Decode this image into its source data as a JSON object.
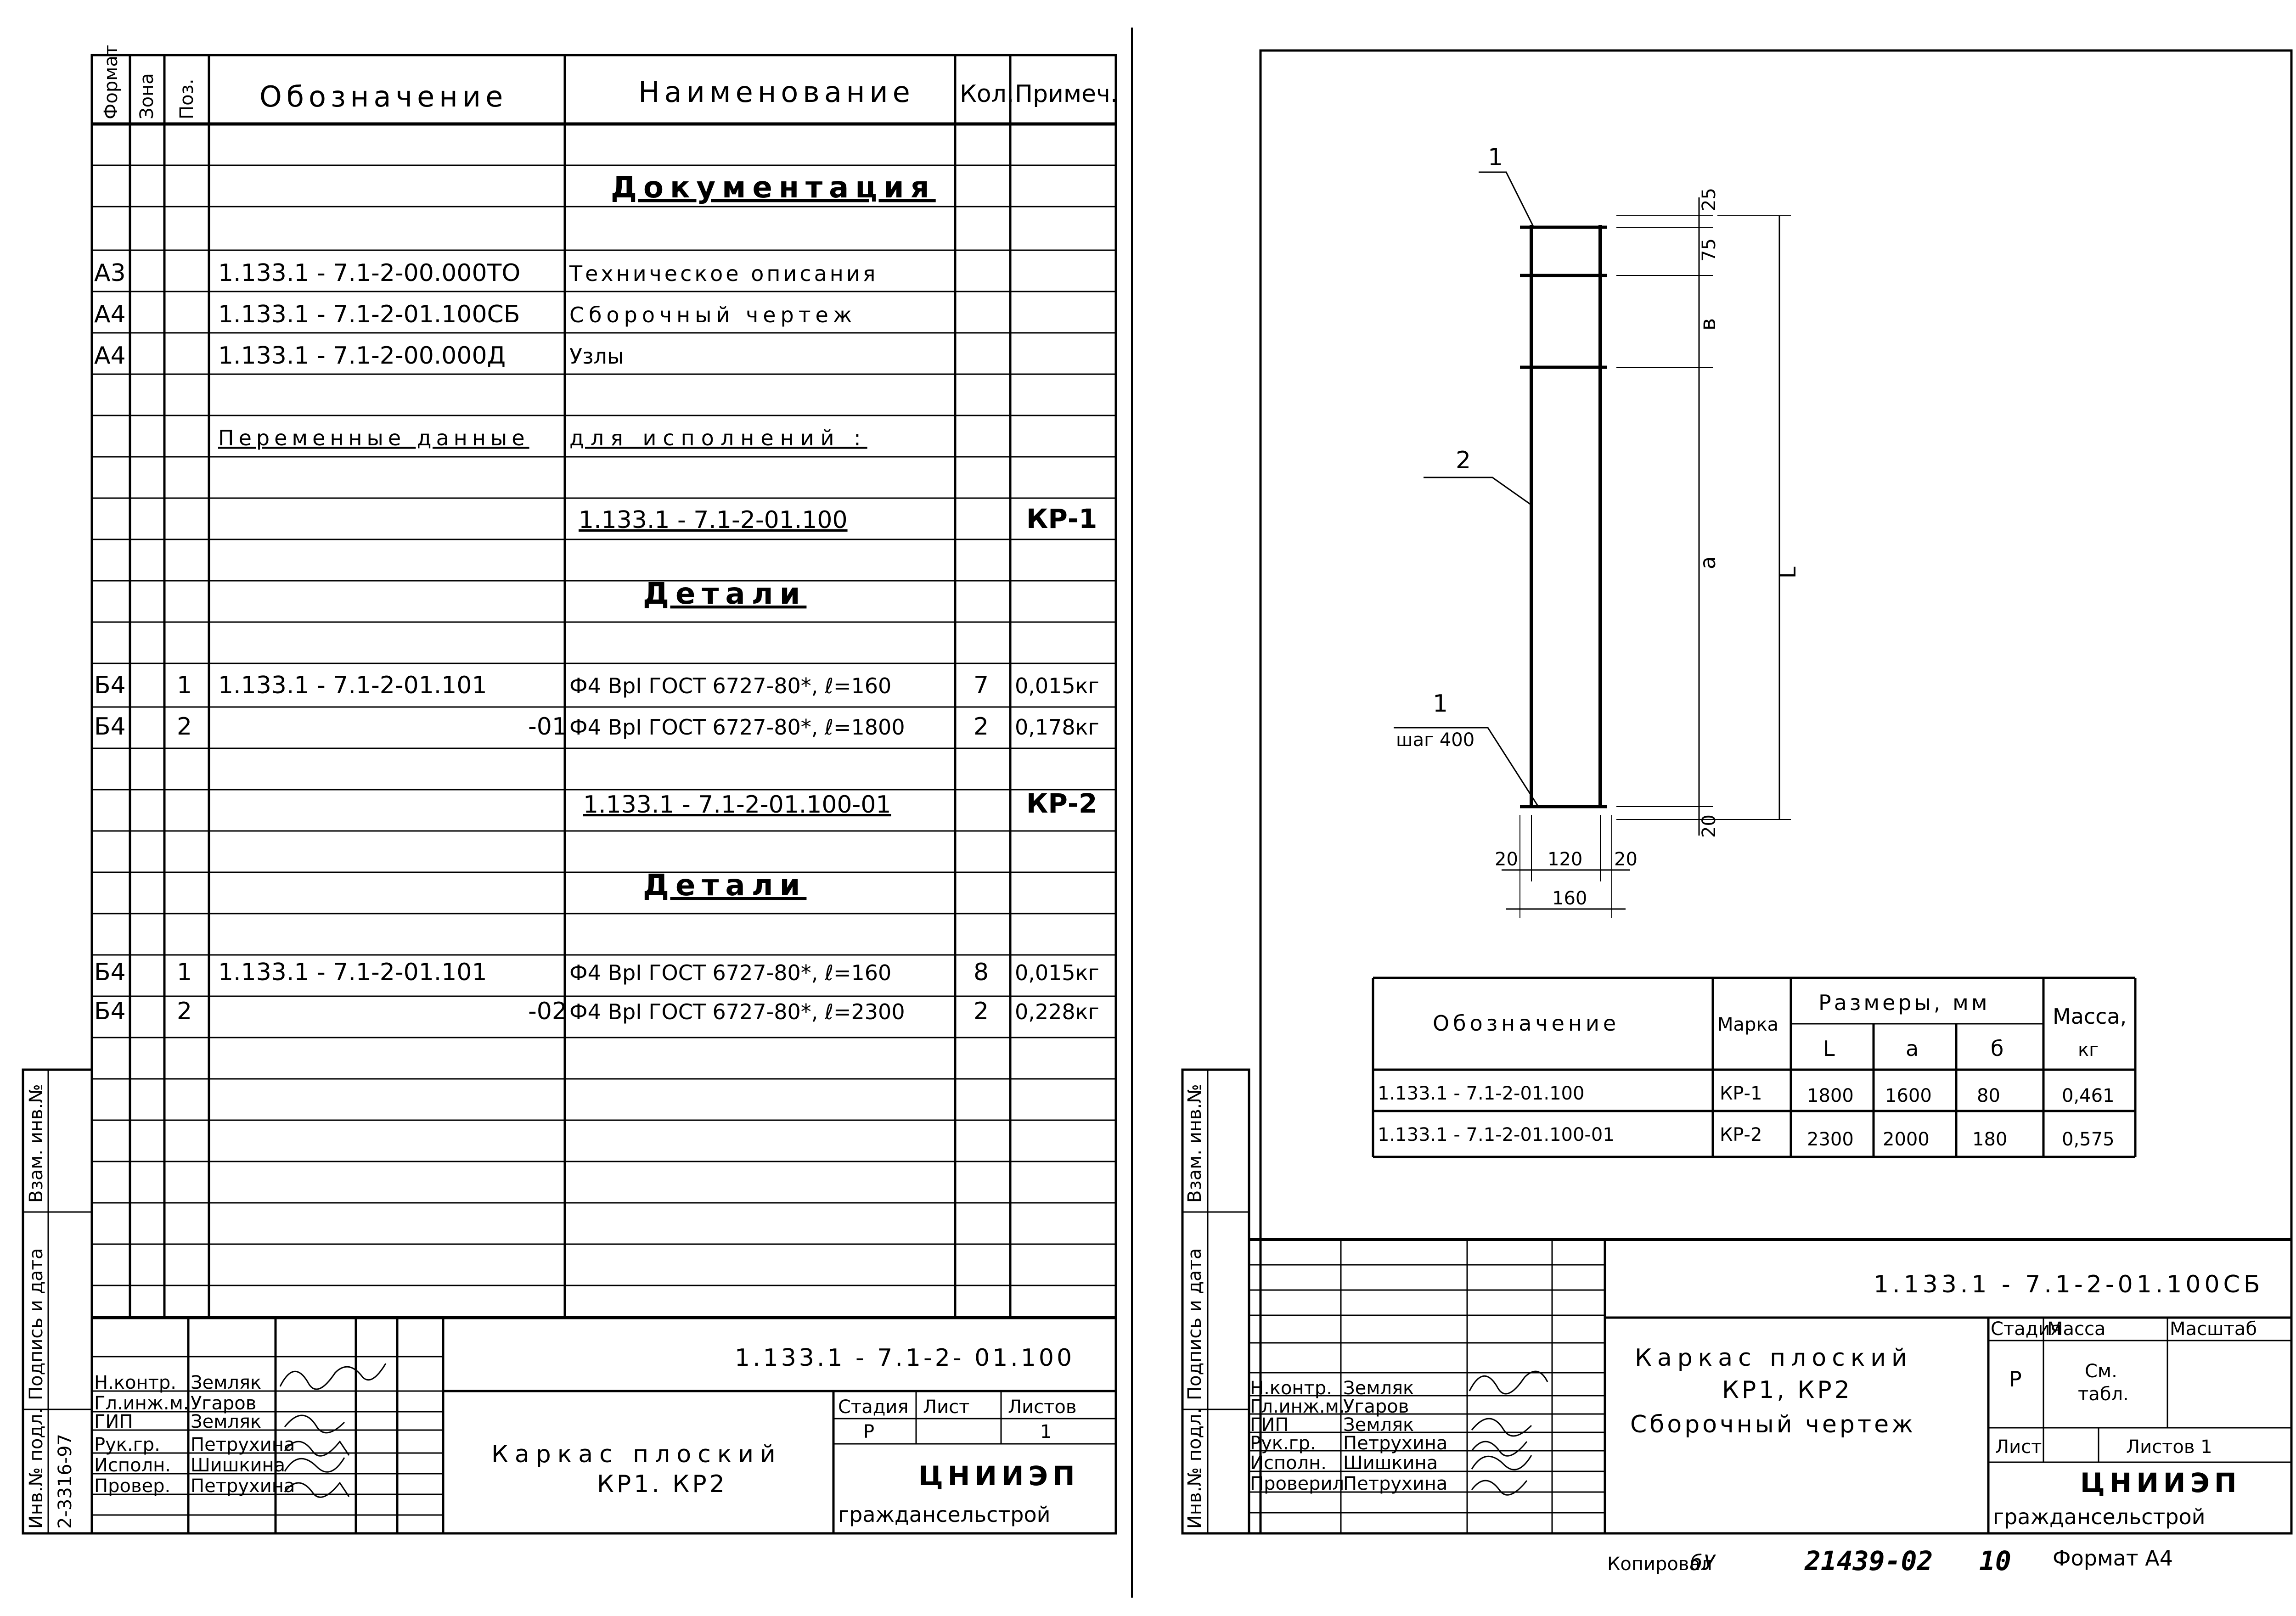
{
  "spec": {
    "headers": {
      "format": "Формат",
      "zone": "Зона",
      "pos": "Поз.",
      "designation": "Обозначение",
      "name": "Наименование",
      "qty": "Кол.",
      "note": "Примеч."
    },
    "section_docs": "Документация",
    "docs": [
      {
        "format": "А3",
        "designation": "1.133.1 - 7.1-2-00.000ТО",
        "name": "Техническое описания"
      },
      {
        "format": "А4",
        "designation": "1.133.1 - 7.1-2-01.100СБ",
        "name": "Сборочный чертеж"
      },
      {
        "format": "А4",
        "designation": "1.133.1 - 7.1-2-00.000Д",
        "name": "Узлы"
      }
    ],
    "variable_left": "Переменные данные",
    "variable_right": "для исполнений :",
    "v1": {
      "designation": "1.133.1 - 7.1-2-01.100",
      "note": "КР-1",
      "details": "Детали",
      "rows": [
        {
          "format": "Б4",
          "pos": "1",
          "designation": "1.133.1 - 7.1-2-01.101",
          "name": "Ф4 ВрI ГОСТ 6727-80*, ℓ=160",
          "qty": "7",
          "note": "0,015кг"
        },
        {
          "format": "Б4",
          "pos": "2",
          "designation": "-01",
          "name": "Ф4 ВрI ГОСТ 6727-80*, ℓ=1800",
          "qty": "2",
          "note": "0,178кг"
        }
      ]
    },
    "v2": {
      "designation": "1.133.1 - 7.1-2-01.100-01",
      "note": "КР-2",
      "details": "Детали",
      "rows": [
        {
          "format": "Б4",
          "pos": "1",
          "designation": "1.133.1 - 7.1-2-01.101",
          "name": "Ф4 ВрI ГОСТ 6727-80*, ℓ=160",
          "qty": "8",
          "note": "0,015кг"
        },
        {
          "format": "Б4",
          "pos": "2",
          "designation": "-02",
          "name": "Ф4 ВрI ГОСТ 6727-80*, ℓ=2300",
          "qty": "2",
          "note": "0,228кг"
        }
      ]
    }
  },
  "margin_labels": {
    "inv_sub": "Взам. инв.№",
    "sign_date": "Подпись и дата",
    "inv_orig": "Инв.№ подл."
  },
  "left_inv_number": "2-3316-97",
  "left_title_block": {
    "code": "1.133.1 - 7.1-2- 01.100",
    "title_line1": "Каркас плоский",
    "title_line2": "КР1. КР2",
    "stage_label": "Стадия",
    "sheet_label": "Лист",
    "sheets_label": "Листов",
    "stage": "Р",
    "sheets": "1",
    "org_line1": "ЦНИИЭП",
    "org_line2": "граждансельстрой",
    "roles": [
      {
        "role": "Н.контр.",
        "name": "Земляк"
      },
      {
        "role": "Гл.инж.м.",
        "name": "Угаров"
      },
      {
        "role": "ГИП",
        "name": "Земляк"
      },
      {
        "role": "Рук.гр.",
        "name": "Петрухина"
      },
      {
        "role": "Исполн.",
        "name": "Шишкина"
      },
      {
        "role": "Провер.",
        "name": "Петрухина"
      }
    ]
  },
  "drawing_labels": {
    "callout_1_top": "1",
    "callout_2": "2",
    "callout_1_bottom": "1",
    "callout_step": "шаг 400",
    "dim_25": "25",
    "dim_75": "75",
    "dim_b": "в",
    "dim_a": "а",
    "dim_L": "L",
    "dim_20_right": "20",
    "dim_20_left": "20",
    "dim_120": "120",
    "dim_20_r": "20",
    "dim_160": "160"
  },
  "variants_table": {
    "h_designation": "Обозначение",
    "h_mark": "Марка",
    "h_sizes": "Размеры, мм",
    "h_mass": "Масса,",
    "h_mass_unit": "кг",
    "h_L": "L",
    "h_a": "а",
    "h_b": "б",
    "rows": [
      {
        "designation": "1.133.1 - 7.1-2-01.100",
        "mark": "КР-1",
        "L": "1800",
        "a": "1600",
        "b": "80",
        "mass": "0,461"
      },
      {
        "designation": "1.133.1 - 7.1-2-01.100-01",
        "mark": "КР-2",
        "L": "2300",
        "a": "2000",
        "b": "180",
        "mass": "0,575"
      }
    ]
  },
  "right_title_block": {
    "code": "1.133.1 - 7.1-2-01.100СБ",
    "title_line1": "Каркас плоский",
    "title_line2": "КР1, КР2",
    "title_line3": "Сборочный чертеж",
    "stage_label": "Стадия",
    "mass_label": "Масса",
    "scale_label": "Масштаб",
    "stage": "Р",
    "mass_line1": "См.",
    "mass_line2": "табл.",
    "sheet_label": "Лист",
    "sheets_label": "Листов 1",
    "org_line1": "ЦНИИЭП",
    "org_line2": "граждансельстрой",
    "roles": [
      {
        "role": "Н.контр.",
        "name": "Земляк"
      },
      {
        "role": "Гл.инж.м.",
        "name": "Угаров"
      },
      {
        "role": "ГИП",
        "name": "Земляк"
      },
      {
        "role": "Рук.гр.",
        "name": "Петрухина"
      },
      {
        "role": "Исполн.",
        "name": "Шишкина"
      },
      {
        "role": "Проверил",
        "name": "Петрухина"
      }
    ]
  },
  "footer": {
    "copied_label": "Копировал",
    "copied_sign": "бУ",
    "order": "21439-02",
    "sheet_no": "10",
    "format": "Формат А4"
  }
}
